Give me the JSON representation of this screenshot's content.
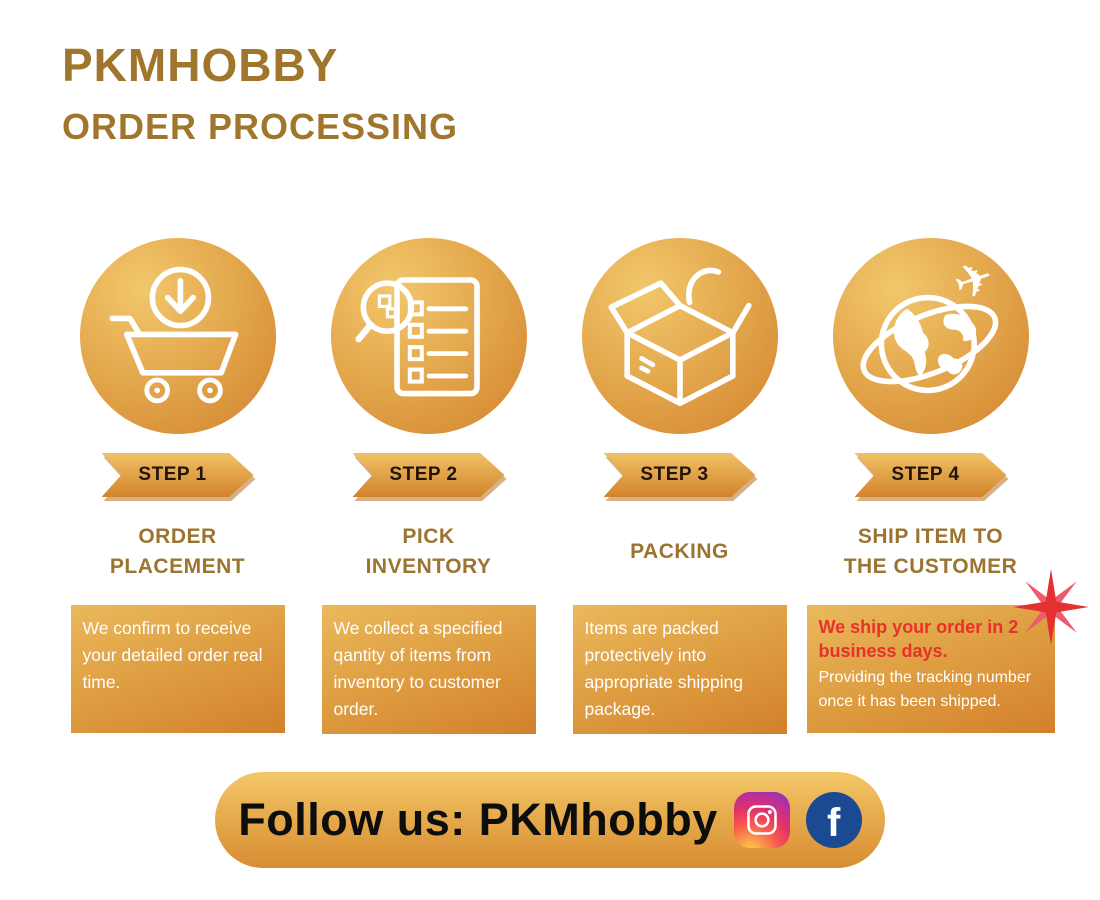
{
  "header": {
    "brand": "PKMHOBBY",
    "title": "ORDER PROCESSING"
  },
  "steps": [
    {
      "badge": "STEP 1",
      "title": "ORDER PLACEMENT",
      "description": "We confirm to receive your detailed order real time.",
      "icon": "cart-download-icon"
    },
    {
      "badge": "STEP 2",
      "title": "PICK INVENTORY",
      "description": "We collect a specified qantity of items from inventory to customer order.",
      "icon": "pick-list-magnifier-icon"
    },
    {
      "badge": "STEP 3",
      "title": "PACKING",
      "description": "Items are packed protectively into appropriate shipping package.",
      "icon": "open-box-icon"
    },
    {
      "badge": "STEP 4",
      "title": "SHIP ITEM TO THE CUSTOMER",
      "description_highlight": "We ship your order in 2 business days.",
      "description": "Providing the tracking number once it has been shipped.",
      "icon": "globe-airplane-icon"
    }
  ],
  "footer": {
    "follow_text": "Follow us: PKMhobby",
    "social": [
      "instagram-icon",
      "facebook-icon"
    ]
  },
  "colors": {
    "brand_gold": "#a0762c",
    "gradient_light": "#f0c167",
    "gradient_dark": "#d28329",
    "highlight_red": "#e8312a",
    "facebook_blue": "#1b4a93"
  }
}
